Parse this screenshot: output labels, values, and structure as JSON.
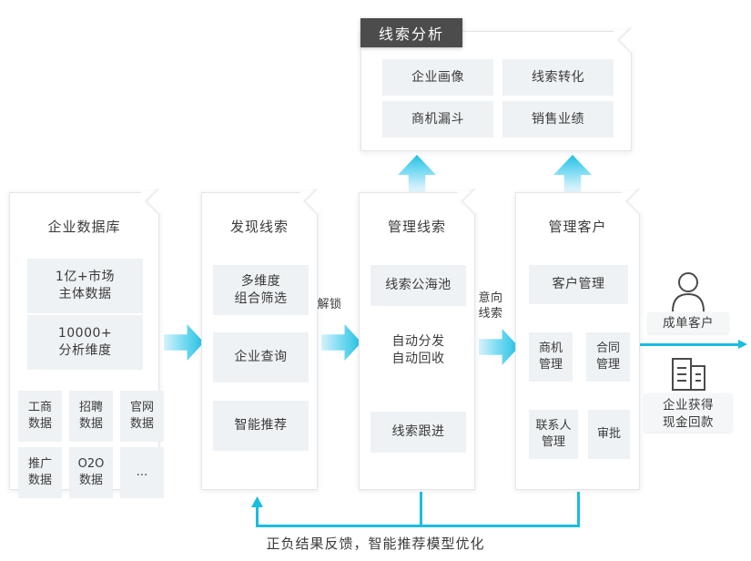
{
  "analysis": {
    "tab_label": "线索分析",
    "items": [
      "企业画像",
      "线索转化",
      "商机漏斗",
      "销售业绩"
    ]
  },
  "columns": [
    {
      "title": "企业数据库",
      "blocks": [
        {
          "label": "1亿+市场\n主体数据"
        },
        {
          "label": "10000+\n分析维度"
        }
      ],
      "tiles": [
        "工商\n数据",
        "招聘\n数据",
        "官网\n数据",
        "推广\n数据",
        "O2O\n数据",
        "..."
      ]
    },
    {
      "title": "发现线索",
      "blocks": [
        {
          "label": "多维度\n组合筛选"
        },
        {
          "label": "企业查询"
        },
        {
          "label": "智能推荐"
        }
      ],
      "tiles": []
    },
    {
      "title": "管理线索",
      "blocks": [
        {
          "label": "线索公海池"
        },
        {
          "label": "自动分发\n自动回收"
        },
        {
          "label": "线索跟进"
        }
      ],
      "tiles": []
    },
    {
      "title": "管理客户",
      "blocks": [
        {
          "label": "客户管理"
        }
      ],
      "tiles": [
        "商机\n管理",
        "合同\n管理",
        "联系人\n管理",
        "审批"
      ]
    }
  ],
  "connectors": {
    "unlock_label": "解锁",
    "intent_label": "意向\n线索"
  },
  "outcome": {
    "customer_label": "成单客户",
    "cash_label": "企业获得\n现金回款",
    "person_icon": "person-icon",
    "building_icon": "building-icon"
  },
  "feedback": {
    "text": "正负结果反馈，智能推荐模型优化"
  },
  "colors": {
    "accent": "#19bde0",
    "tab_bg": "#4c4c4c",
    "chip_bg": "#eef2f4",
    "card_border": "#e3e7ea"
  }
}
